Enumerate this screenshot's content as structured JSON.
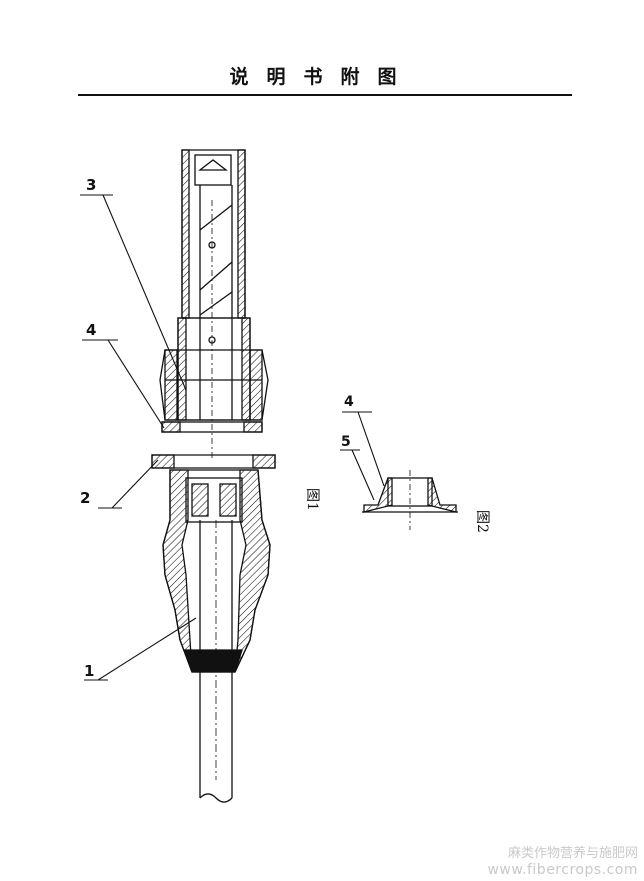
{
  "header": {
    "title": "说明书附图"
  },
  "figure1": {
    "caption": "图1",
    "callouts": [
      "3",
      "4",
      "2",
      "1"
    ]
  },
  "figure2": {
    "caption": "图2",
    "callouts": [
      "4",
      "5"
    ]
  },
  "watermark": {
    "text": "麻类作物营养与施肥网",
    "url": "www.fibercrops.com"
  },
  "colors": {
    "ink": "#111111",
    "background": "#ffffff",
    "watermark": "#c9c9c9"
  }
}
